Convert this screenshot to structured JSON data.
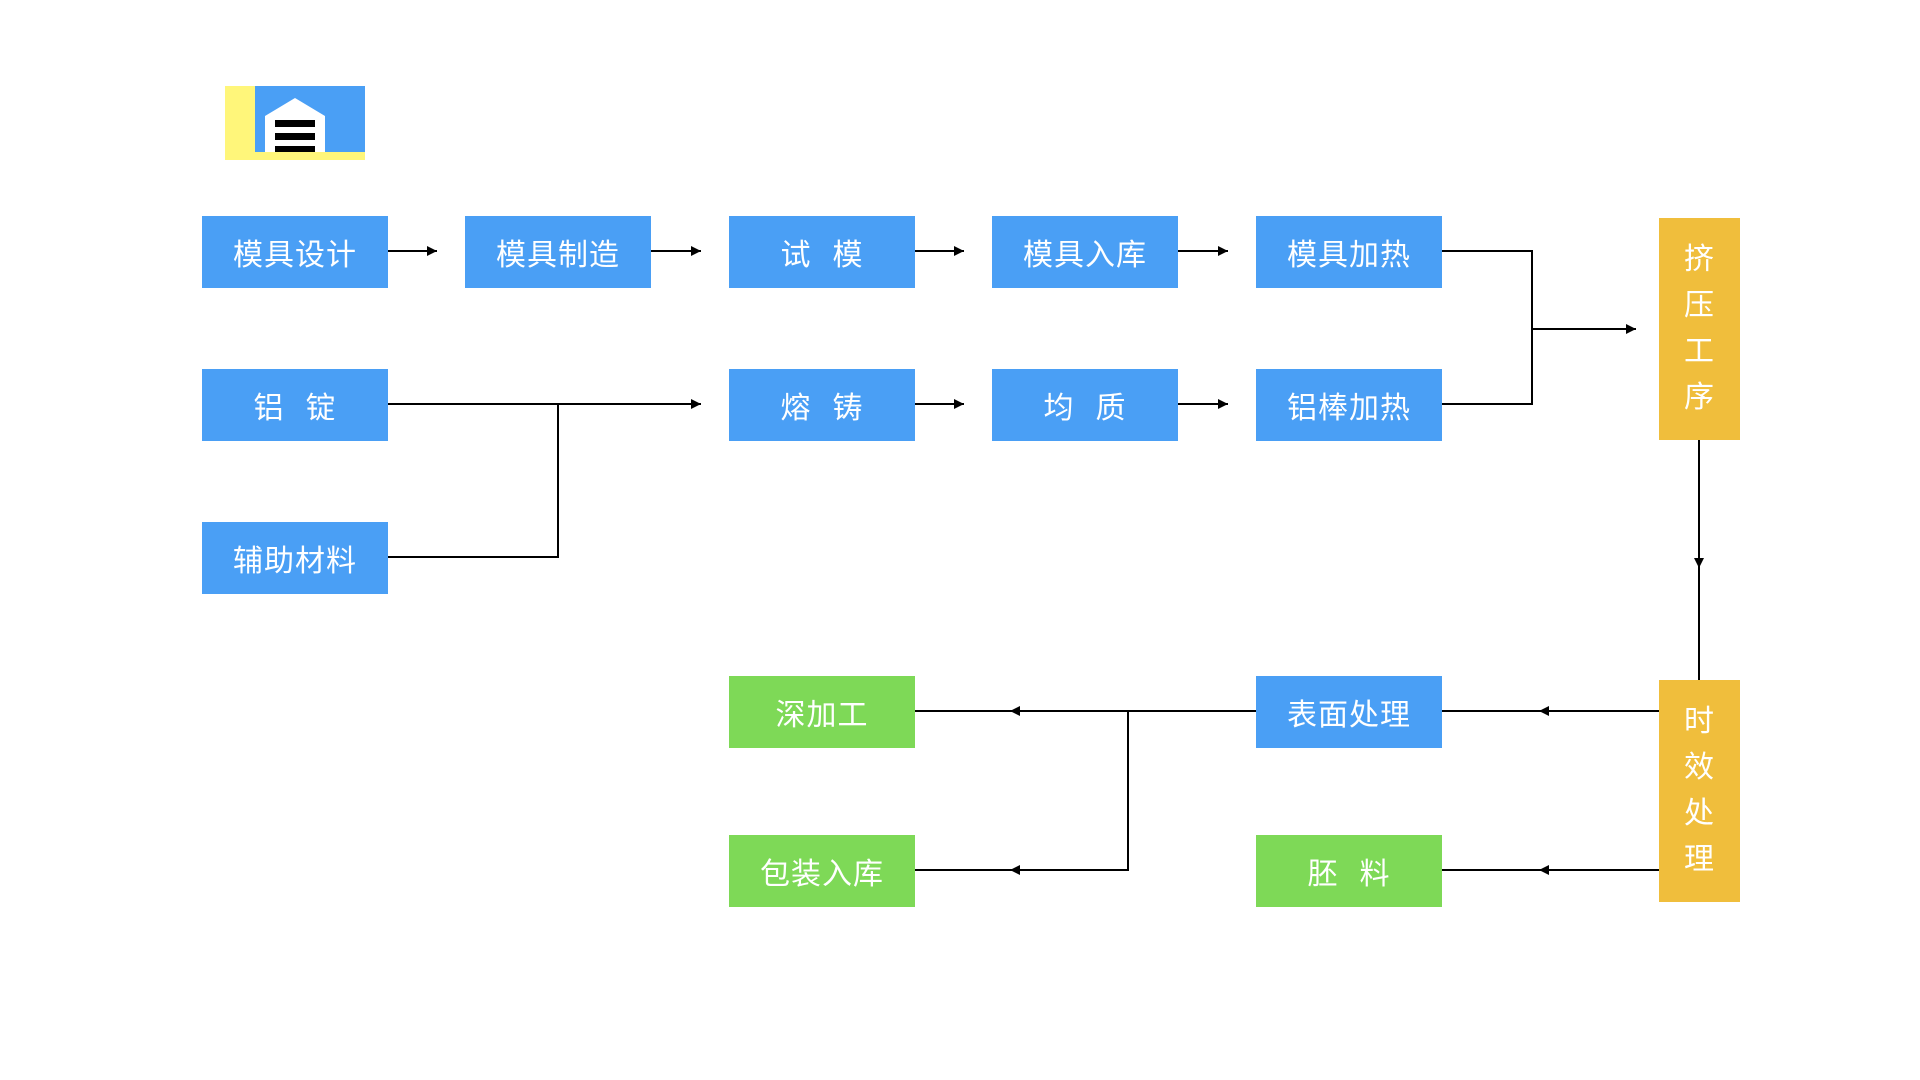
{
  "colors": {
    "blue": "#4a9ff5",
    "green": "#7ed957",
    "orange": "#f0be3c",
    "line": "#000000",
    "logo_yellow": "#fff67a",
    "logo_blue": "#4a9ff5"
  },
  "logo": {
    "icon": "logo-m-icon"
  },
  "nodes": {
    "mold_design": "模具设计",
    "mold_making": "模具制造",
    "trial_mold": "试  模",
    "mold_storage": "模具入库",
    "mold_heating": "模具加热",
    "ingot": "铝  锭",
    "casting": "熔  铸",
    "homogenize": "均  质",
    "rod_heating": "铝棒加热",
    "aux_material": "辅助材料",
    "extrusion": "挤压工序",
    "aging": "时效处理",
    "surface": "表面处理",
    "blank": "胚  料",
    "deep_processing": "深加工",
    "packaging": "包装入库"
  }
}
